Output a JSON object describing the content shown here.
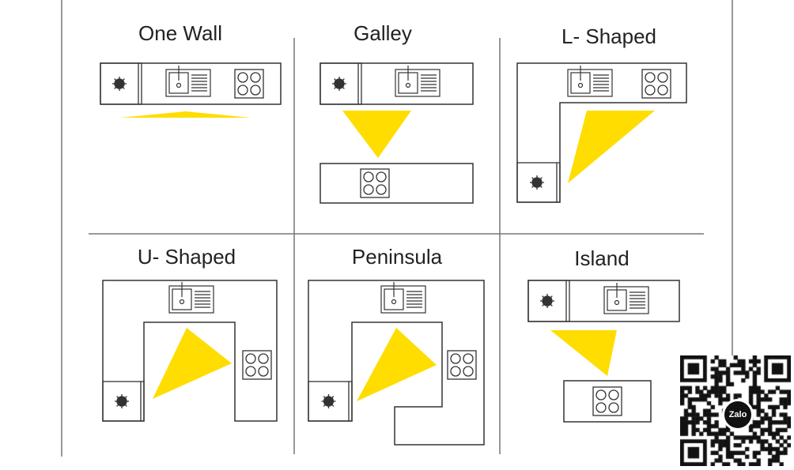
{
  "layouts": [
    {
      "id": "one-wall",
      "label": "One Wall"
    },
    {
      "id": "galley",
      "label": "Galley"
    },
    {
      "id": "l-shaped",
      "label": "L- Shaped"
    },
    {
      "id": "u-shaped",
      "label": "U- Shaped"
    },
    {
      "id": "peninsula",
      "label": "Peninsula"
    },
    {
      "id": "island",
      "label": "Island"
    }
  ],
  "qr": {
    "badge": "Zalo"
  },
  "colors": {
    "triangle": "#ffdd00",
    "line": "#333333",
    "divider": "#777777",
    "background": "#ffffff"
  }
}
